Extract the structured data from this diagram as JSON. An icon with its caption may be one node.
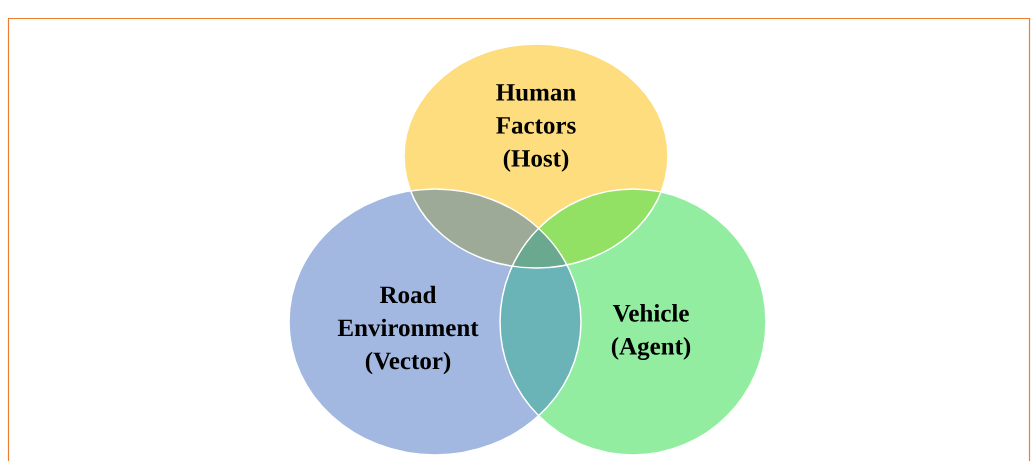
{
  "diagram": {
    "nodes": [
      {
        "text": [
          "Human Factors (Host)"
        ]
      },
      {
        "text": [
          "Road Environment (Vector)"
        ]
      },
      {
        "text": [
          "Vehicle (Agent)"
        ]
      }
    ]
  }
}
